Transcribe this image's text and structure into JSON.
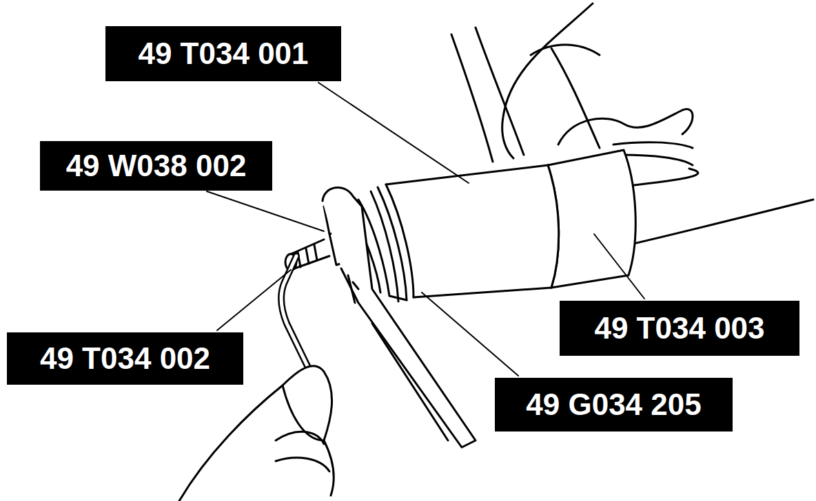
{
  "diagram": {
    "nodes": [
      {
        "text": [
          "49 T034 001"
        ]
      },
      {
        "text": [
          "49 W038 002"
        ]
      },
      {
        "text": [
          "49 T034 002"
        ]
      },
      {
        "text": [
          "49 T034 003"
        ]
      },
      {
        "text": [
          "49 G034 205"
        ]
      }
    ]
  }
}
